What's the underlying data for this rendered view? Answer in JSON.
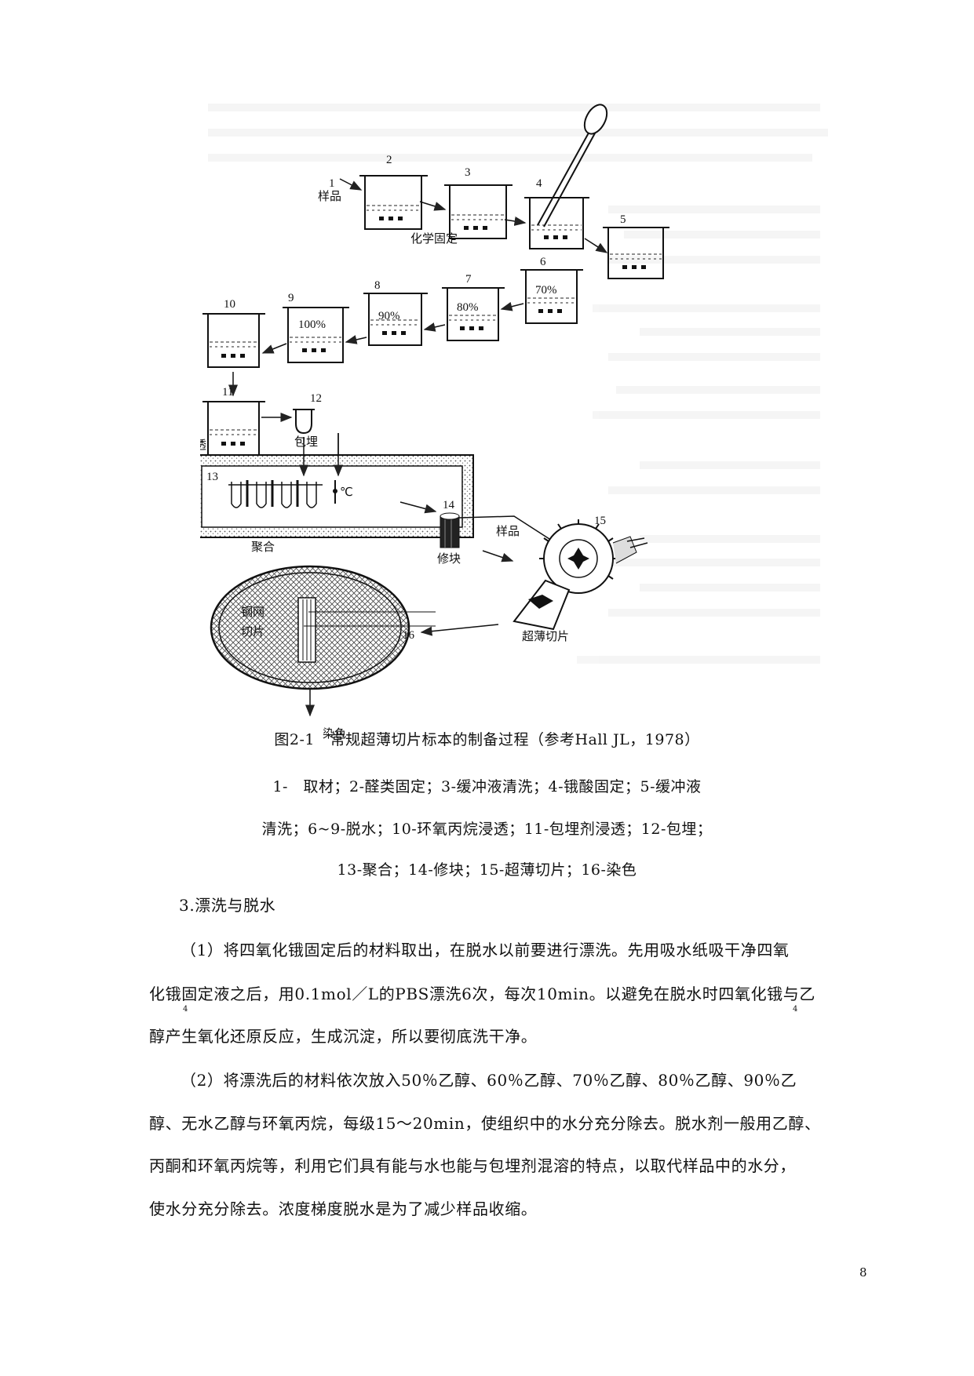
{
  "figure": {
    "labels": {
      "sample": "样品",
      "chem_fix": "化学固定",
      "infiltrate": "浸透",
      "embed": "包埋",
      "polymerize": "聚合",
      "trim": "修块",
      "sample2": "样品",
      "ultrathin": "超薄切片",
      "mesh": "钢网",
      "section": "切片",
      "stain": "染色",
      "temp": "℃"
    },
    "beaker_numbers": [
      "1",
      "2",
      "3",
      "4",
      "5",
      "6",
      "7",
      "8",
      "9",
      "10",
      "11",
      "12",
      "13",
      "14",
      "15",
      "16"
    ],
    "concentrations": [
      "70%",
      "80%",
      "90%",
      "100%"
    ]
  },
  "caption": {
    "title": "图2-1　常规超薄切片标本的制备过程（参考Hall JL，1978）",
    "line1": "1-　取材；2-醛类固定；3-缓冲液清洗；4-锇酸固定；5-缓冲液",
    "line2": "清洗；6~9-脱水；10-环氧丙烷浸透；11-包埋剂浸透；12-包埋；",
    "line3": "13-聚合；14-修块；15-超薄切片；16-染色"
  },
  "body": {
    "heading": "3.漂洗与脱水",
    "p1_l1": "（1）将四氧化锇固定后的材料取出，在脱水以前要进行漂洗。先用吸水纸吸干净四氧",
    "p1_l2a": "化锇",
    "p1_l2b": "固定液之后，用0.1mol／L的PBS漂洗6次，每次10min。以避免在脱水时四氧化锇",
    "p1_l2c": "与乙",
    "p1_sub": "4",
    "p1_l3": "醇产生氧化还原反应，生成沉淀，所以要彻底洗干净。",
    "p2_l1": "（2）将漂洗后的材料依次放入50％乙醇、60％乙醇、70％乙醇、80％乙醇、90％乙",
    "p2_l2": "醇、无水乙醇与环氧丙烷，每级15～20min，使组织中的水分充分除去。脱水剂一般用乙醇、",
    "p2_l3": "丙酮和环氧丙烷等，利用它们具有能与水也能与包埋剂混溶的特点，以取代样品中的水分，",
    "p2_l4": "使水分充分除去。浓度梯度脱水是为了减少样品收缩。"
  },
  "page_number": "8"
}
